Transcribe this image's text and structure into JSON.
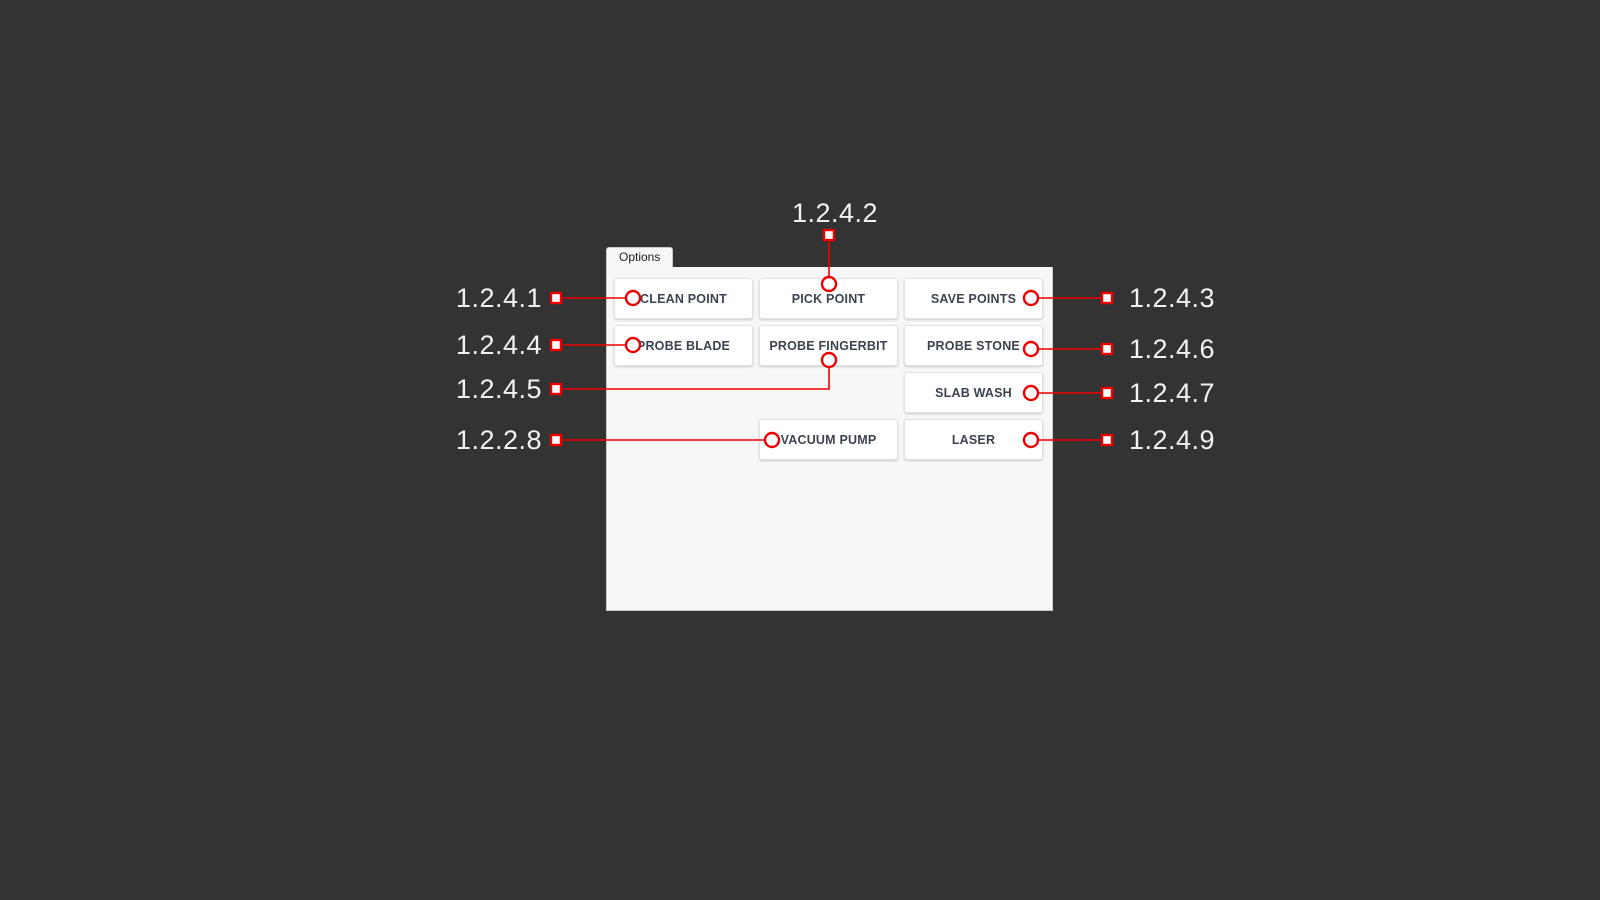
{
  "background_color": "#333333",
  "accent_color": "#ee0000",
  "panel": {
    "tabs": [
      {
        "label": "Options",
        "active": true
      }
    ],
    "background_color": "#f7f7f7",
    "buttons": [
      {
        "id": "clean-point",
        "label": "CLEAN POINT",
        "column": 1,
        "row": 1
      },
      {
        "id": "pick-point",
        "label": "PICK POINT",
        "column": 2,
        "row": 1
      },
      {
        "id": "save-points",
        "label": "SAVE POINTS",
        "column": 3,
        "row": 1
      },
      {
        "id": "probe-blade",
        "label": "PROBE BLADE",
        "column": 1,
        "row": 2
      },
      {
        "id": "probe-fingerbit",
        "label": "PROBE FINGERBIT",
        "column": 2,
        "row": 2
      },
      {
        "id": "probe-stone",
        "label": "PROBE STONE",
        "column": 3,
        "row": 2
      },
      {
        "id": "slab-wash",
        "label": "SLAB WASH",
        "column": 3,
        "row": 3
      },
      {
        "id": "vacuum-pump",
        "label": "VACUUM PUMP",
        "column": 2,
        "row": 4
      },
      {
        "id": "laser",
        "label": "LASER",
        "column": 3,
        "row": 4
      }
    ]
  },
  "annotations": [
    {
      "id": "a1",
      "label": "1.2.4.1",
      "target": "CLEAN POINT",
      "side": "left"
    },
    {
      "id": "a2",
      "label": "1.2.4.2",
      "target": "PICK POINT",
      "side": "top"
    },
    {
      "id": "a3",
      "label": "1.2.4.3",
      "target": "SAVE POINTS",
      "side": "right"
    },
    {
      "id": "a4",
      "label": "1.2.4.4",
      "target": "PROBE BLADE",
      "side": "left"
    },
    {
      "id": "a5",
      "label": "1.2.4.5",
      "target": "PROBE FINGERBIT",
      "side": "left"
    },
    {
      "id": "a6",
      "label": "1.2.4.6",
      "target": "PROBE STONE",
      "side": "right"
    },
    {
      "id": "a7",
      "label": "1.2.4.7",
      "target": "SLAB WASH",
      "side": "right"
    },
    {
      "id": "a8",
      "label": "1.2.2.8",
      "target": "VACUUM PUMP",
      "side": "left"
    },
    {
      "id": "a9",
      "label": "1.2.4.9",
      "target": "LASER",
      "side": "right"
    }
  ]
}
